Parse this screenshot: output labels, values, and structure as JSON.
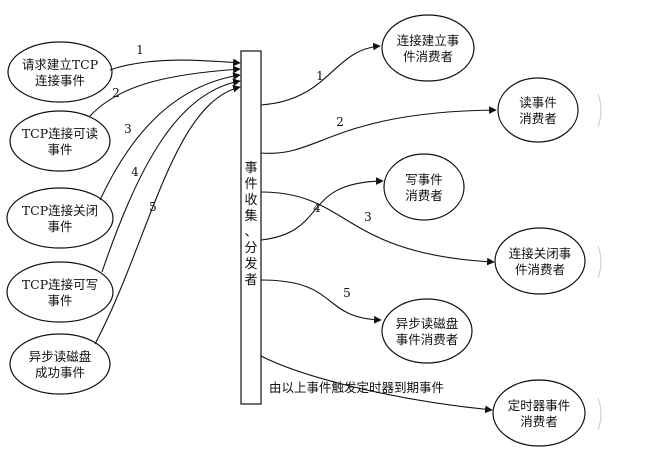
{
  "sources": [
    {
      "id": "s1",
      "lines": [
        "请求建立TCP",
        "连接事件"
      ]
    },
    {
      "id": "s2",
      "lines": [
        "TCP连接可读",
        "事件"
      ]
    },
    {
      "id": "s3",
      "lines": [
        "TCP连接关闭",
        "事件"
      ]
    },
    {
      "id": "s4",
      "lines": [
        "TCP连接可写",
        "事件"
      ]
    },
    {
      "id": "s5",
      "lines": [
        "异步读磁盘",
        "成功事件"
      ]
    }
  ],
  "center": {
    "chars": [
      "事",
      "件",
      "收",
      "集",
      "、",
      "分",
      "发",
      "者"
    ]
  },
  "consumers": [
    {
      "id": "c1",
      "lines": [
        "连接建立事",
        "件消费者"
      ]
    },
    {
      "id": "c2",
      "lines": [
        "读事件",
        "消费者"
      ]
    },
    {
      "id": "c3",
      "lines": [
        "写事件",
        "消费者"
      ]
    },
    {
      "id": "c4",
      "lines": [
        "连接关闭事",
        "件消费者"
      ]
    },
    {
      "id": "c5",
      "lines": [
        "异步读磁盘",
        "事件消费者"
      ]
    },
    {
      "id": "c6",
      "lines": [
        "定时器事件",
        "消费者"
      ]
    }
  ],
  "in_numbers": [
    "1",
    "2",
    "3",
    "4",
    "5"
  ],
  "out_numbers": [
    "1",
    "2",
    "4",
    "3",
    "5"
  ],
  "timer_note": "由以上事件触发定时器到期事件"
}
